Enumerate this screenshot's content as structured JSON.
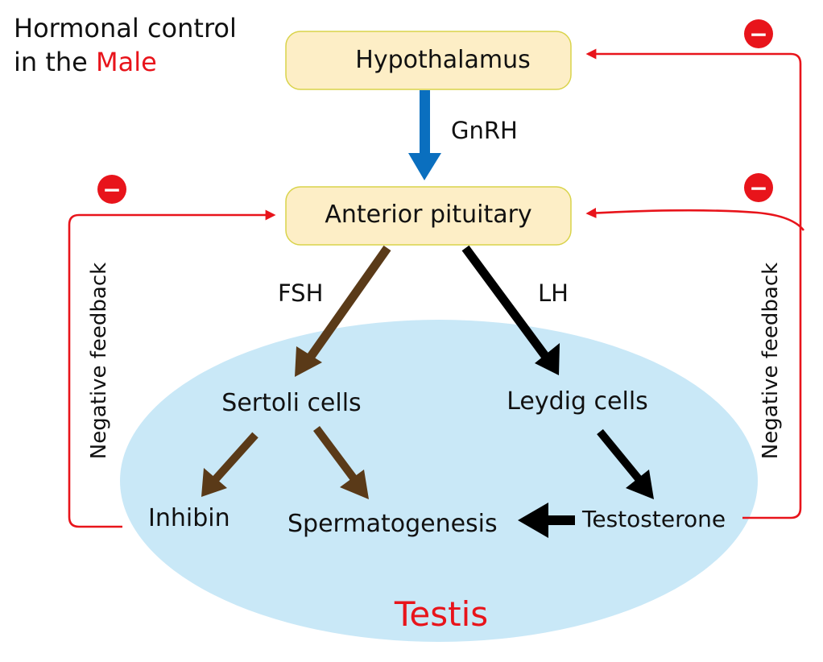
{
  "title": {
    "line1": "Hormonal control",
    "line2_prefix": "in the ",
    "line2_highlight": "Male"
  },
  "nodes": {
    "hypothalamus": "Hypothalamus",
    "anterior_pituitary": "Anterior pituitary",
    "sertoli_cells": "Sertoli cells",
    "leydig_cells": "Leydig cells",
    "inhibin": "Inhibin",
    "spermatogenesis": "Spermatogenesis",
    "testosterone": "Testosterone",
    "testis": "Testis"
  },
  "hormones": {
    "gnrh": "GnRH",
    "fsh": "FSH",
    "lh": "LH"
  },
  "feedback": {
    "left_label": "Negative feedback",
    "right_label": "Negative feedback",
    "symbol": "−"
  },
  "colors": {
    "title_highlight": "#e8141b",
    "testis_fill": "#c9e8f7",
    "box_fill": "#fdeec6",
    "gnrh_arrow": "#0a6fbf",
    "fsh_arrow": "#5a3a18",
    "lh_arrow": "#000000",
    "feedback_line": "#e8141b"
  }
}
